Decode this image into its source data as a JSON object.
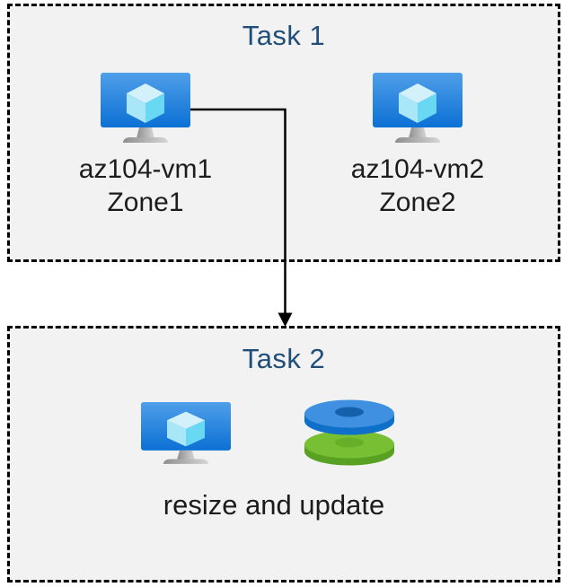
{
  "colors": {
    "canvas_background": "#ffffff",
    "box_background": "#f2f2f2",
    "box_border": "#000000",
    "title_text": "#1f4e79",
    "label_text": "#1c1c1c",
    "arrow": "#000000",
    "vm_screen_top": "#4f9fe9",
    "vm_screen_bottom": "#0c70d4",
    "vm_cube_top": "#d3f1fb",
    "vm_cube_left": "#a9e7f8",
    "vm_cube_right": "#69d8f3",
    "disk_blue_top": "#3f90e0",
    "disk_blue_side": "#0e70c8",
    "disk_blue_hole": "#1560ab",
    "disk_green_top": "#79bf33",
    "disk_green_side": "#58a122",
    "disk_green_hole": "#67ae29"
  },
  "task1": {
    "title": "Task 1",
    "vms": [
      {
        "name": "az104-vm1",
        "zone": "Zone1"
      },
      {
        "name": "az104-vm2",
        "zone": "Zone2"
      }
    ]
  },
  "task2": {
    "title": "Task 2",
    "caption": "resize and update"
  },
  "connector": {
    "from": "az104-vm1",
    "to": "Task 2",
    "type": "elbow-arrow"
  }
}
